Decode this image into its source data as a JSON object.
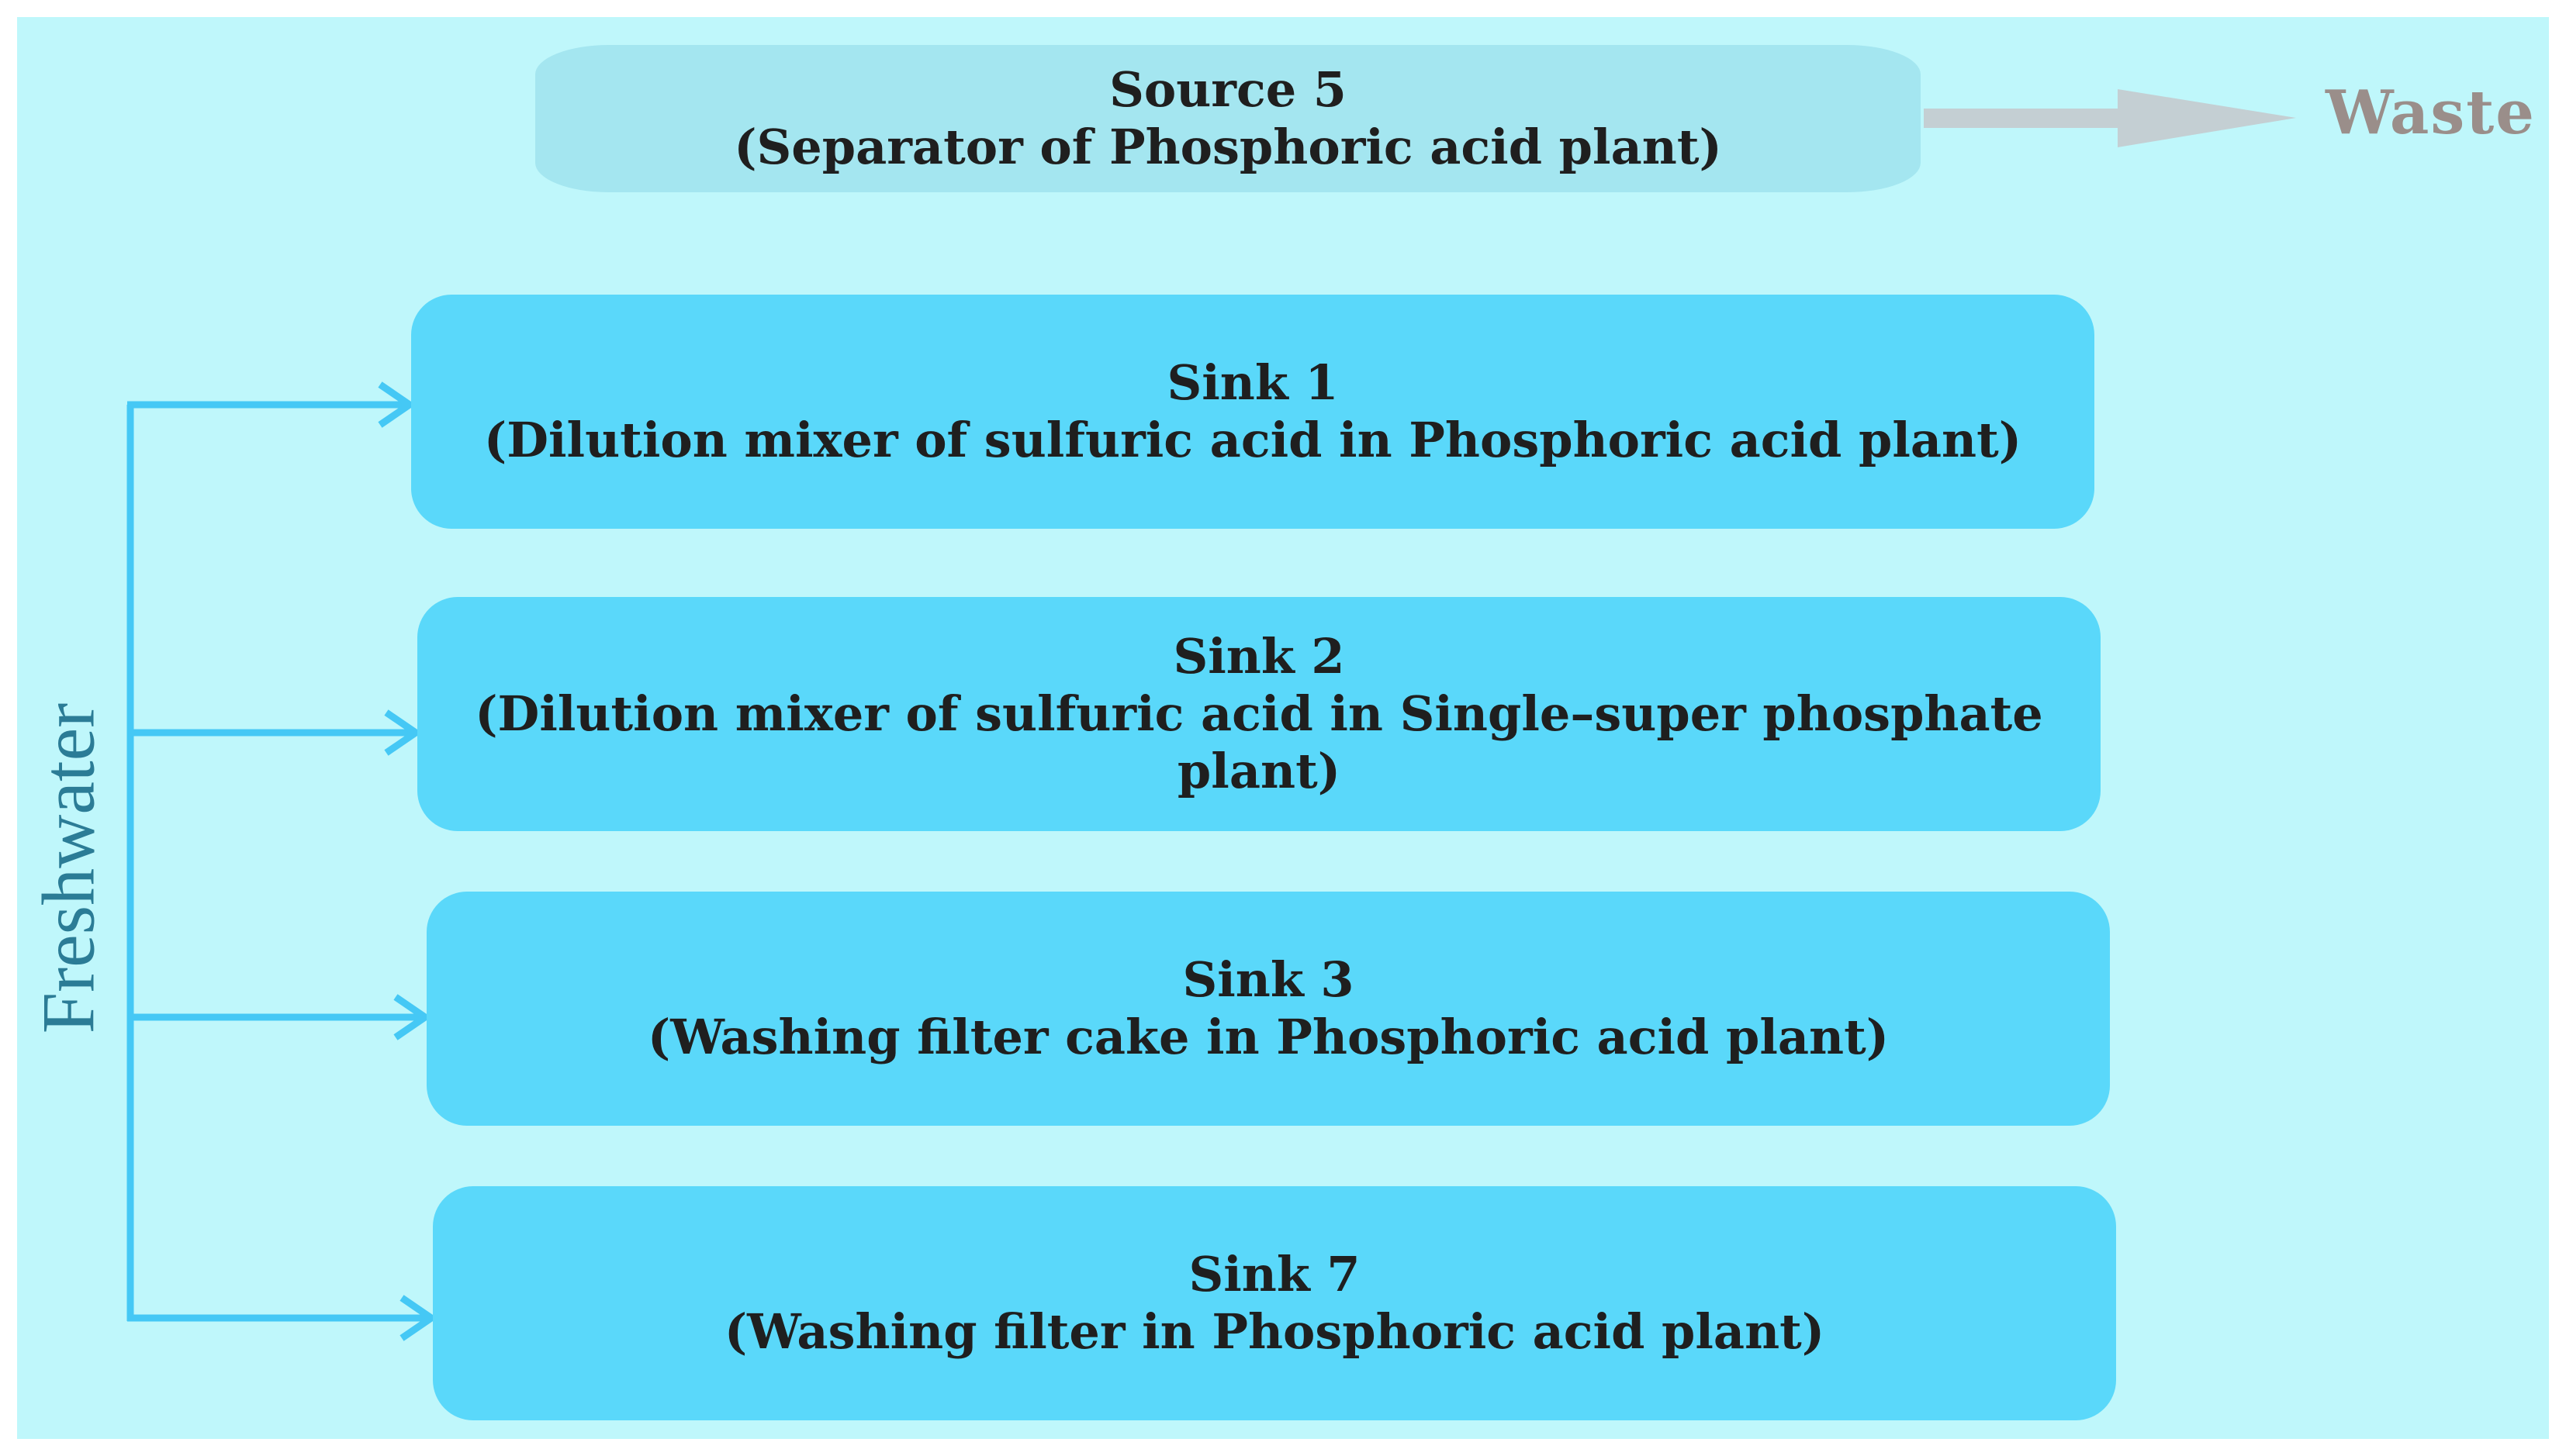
{
  "source": {
    "title": "Source 5",
    "subtitle": "(Separator of Phosphoric acid plant)"
  },
  "waste_label": "Waste",
  "freshwater_label": "Freshwater",
  "sinks": [
    {
      "title": "Sink 1",
      "subtitle": "(Dilution mixer of sulfuric acid in Phosphoric acid plant)"
    },
    {
      "title": "Sink 2",
      "subtitle": "(Dilution mixer of sulfuric acid in Single–super phosphate plant)"
    },
    {
      "title": "Sink 3",
      "subtitle": "(Washing filter cake in Phosphoric acid plant)"
    },
    {
      "title": "Sink 7",
      "subtitle": "(Washing filter in Phosphoric acid plant)"
    }
  ],
  "colors": {
    "background": "#bff7fb",
    "source_box": "#a4e6f0",
    "sink_box": "#5ad8fa",
    "freshwater_line": "#45c8f5",
    "waste_arrow": "#c4cfd3"
  }
}
